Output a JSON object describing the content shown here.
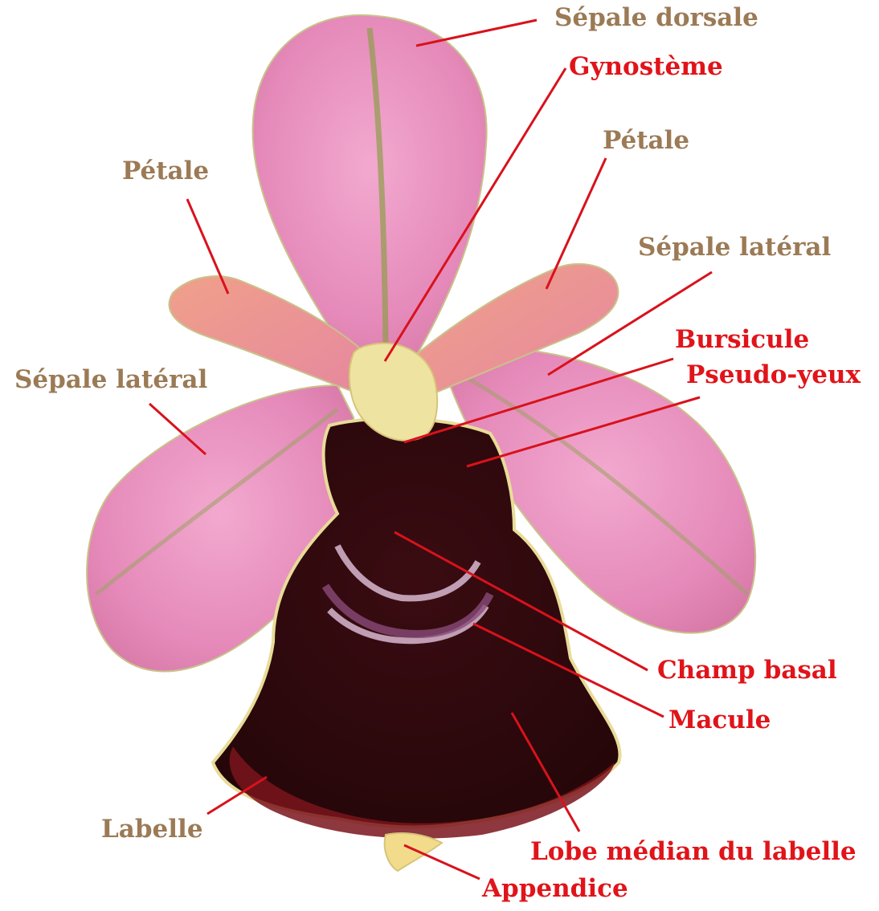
{
  "colors": {
    "outer_label": "#9b7a55",
    "inner_label": "#e0141a",
    "leader_line": "#d8121c",
    "petal_pink": "#e58aba",
    "lip_dark": "#2e0a0e",
    "lip_rim": "#7a141c",
    "column_yellow": "#efe3a2"
  },
  "labels": {
    "sepale_dorsale": "Sépale dorsale",
    "gynosteme": "Gynostème",
    "petale_right": "Pétale",
    "petale_left": "Pétale",
    "sepale_lateral_right": "Sépale latéral",
    "sepale_lateral_left": "Sépale latéral",
    "bursicule": "Bursicule",
    "pseudo_yeux": "Pseudo-yeux",
    "champ_basal": "Champ basal",
    "macule": "Macule",
    "labelle": "Labelle",
    "lobe_median": "Lobe médian du labelle",
    "appendice": "Appendice"
  }
}
